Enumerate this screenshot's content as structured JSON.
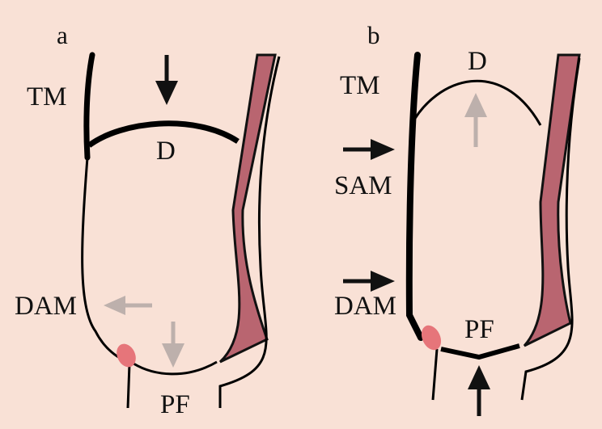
{
  "panels": [
    {
      "id": "a",
      "labels": {
        "panel": "a",
        "tm": "TM",
        "d": "D",
        "dam": "DAM",
        "pf": "PF"
      }
    },
    {
      "id": "b",
      "labels": {
        "panel": "b",
        "tm": "TM",
        "d": "D",
        "sam": "SAM",
        "dam": "DAM",
        "pf": "PF"
      }
    }
  ],
  "colors": {
    "background": "#f9e1d6",
    "outline": "#000000",
    "muscle": "#b96570",
    "muscle_outline": "#111111",
    "node": "#e6757a",
    "arrow_dark": "#111111",
    "arrow_light": "#bdb0ac"
  }
}
